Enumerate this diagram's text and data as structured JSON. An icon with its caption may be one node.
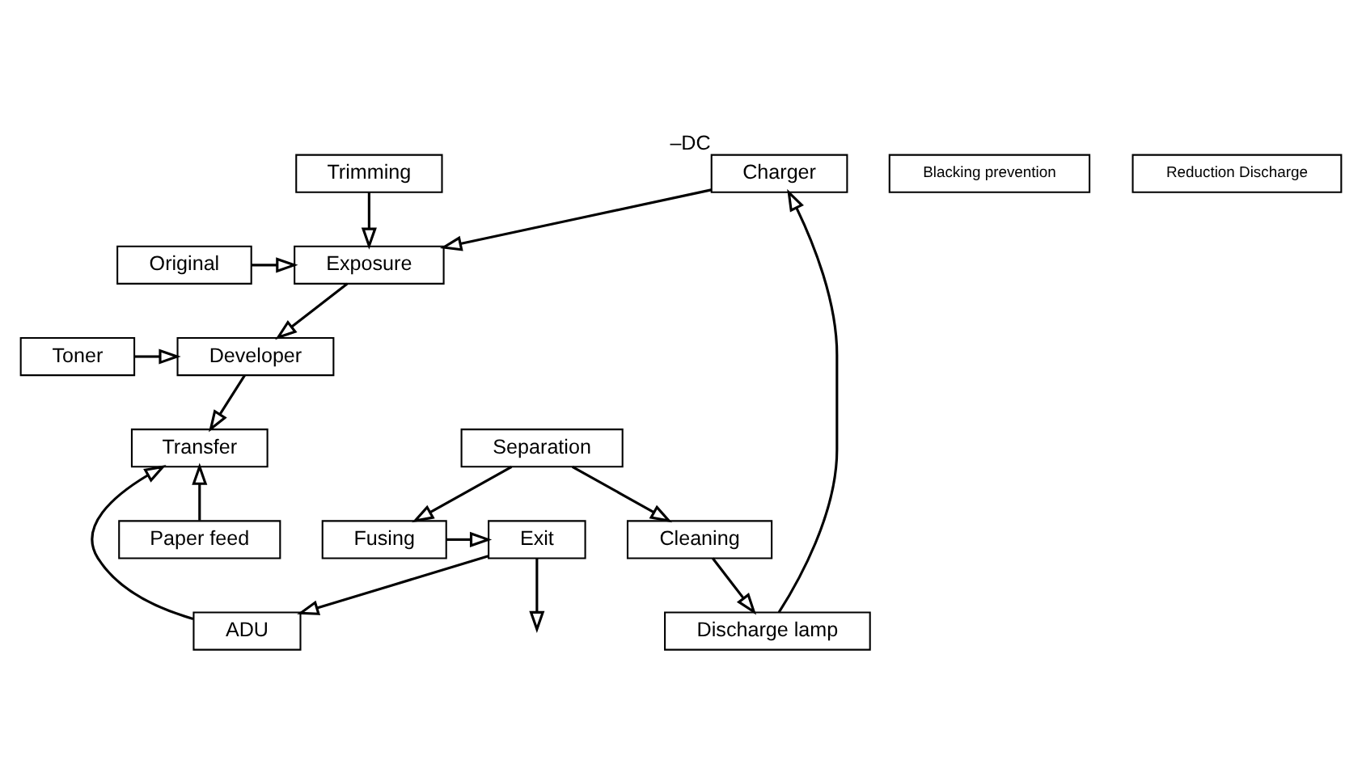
{
  "diagram": {
    "nodes": [
      {
        "text": [
          "Charger"
        ],
        "beside": [
          "–DC"
        ]
      },
      {
        "text": [
          "Discharge lamp"
        ]
      },
      {
        "text": [
          "Blacking prevention"
        ]
      },
      {
        "text": [
          "Trimming"
        ]
      },
      {
        "text": [
          "Reduction Discharge"
        ]
      },
      {
        "text": [
          "Exposure"
        ]
      },
      {
        "text": [
          "Original"
        ]
      },
      {
        "text": [
          "Developer"
        ]
      },
      {
        "text": [
          "Toner"
        ]
      },
      {
        "text": [
          "Cleaning"
        ]
      },
      {
        "text": [
          "Separation"
        ]
      },
      {
        "text": [
          "Transfer"
        ]
      },
      {
        "text": [
          "Fusing"
        ]
      },
      {
        "text": [
          "Exit"
        ]
      },
      {
        "text": [
          "ADU"
        ]
      },
      {
        "text": [
          "Paper feed"
        ]
      }
    ],
    "edges": [
      {
        "from": 0,
        "to": 5,
        "arrow": "to"
      },
      {
        "from": 3,
        "to": 5,
        "arrow": "to"
      },
      {
        "from": 6,
        "to": 5,
        "arrow": "to"
      },
      {
        "from": 5,
        "to": 7,
        "arrow": "to"
      },
      {
        "from": 8,
        "to": 7,
        "arrow": "to"
      },
      {
        "from": 7,
        "to": 11,
        "arrow": "to"
      },
      {
        "from": 10,
        "to": 9,
        "arrow": "to"
      },
      {
        "from": 9,
        "to": 1,
        "arrow": "to"
      },
      {
        "from": 1,
        "to": 0,
        "arrow": "to"
      },
      {
        "from": 10,
        "to": 12,
        "arrow": "to"
      },
      {
        "from": 12,
        "to": 13,
        "arrow": "to"
      },
      {
        "from": 13,
        "to": null,
        "arrow": "to"
      },
      {
        "from": 13,
        "to": 14,
        "arrow": "to"
      },
      {
        "from": 14,
        "to": 11,
        "arrow": "to"
      },
      {
        "from": 15,
        "to": 11,
        "arrow": "to"
      }
    ]
  }
}
